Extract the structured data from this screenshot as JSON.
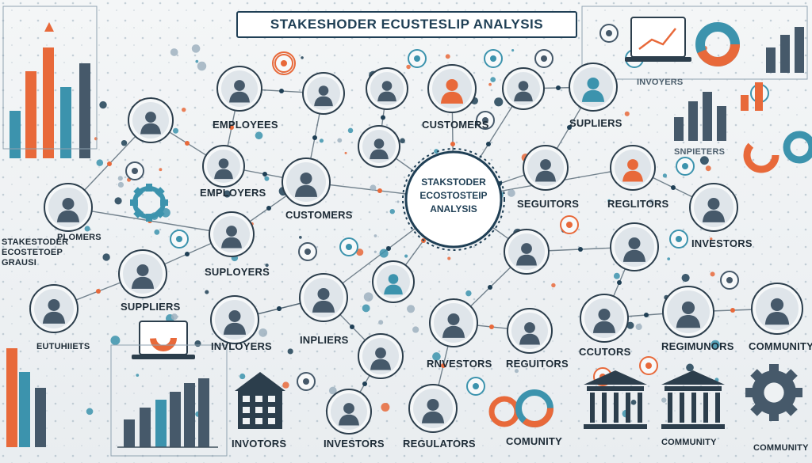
{
  "title": "STAKESHODER ECUSTESLIP ANALYSIS",
  "center": {
    "lines": [
      "STAKSTODER",
      "ECOSTOSTEIP",
      "ANALYSIS"
    ]
  },
  "labels": {
    "employees": "EMPLOYEES",
    "customers_top": "CUSTOMERS",
    "supliers_top": "SUPLIERS",
    "invoyers_top": "INVOYERS",
    "snpieters": "SNPIETERS",
    "employers": "EMPLOYERS",
    "customers_mid": "CUSTOMERS",
    "seguitors": "SEGUITORS",
    "regultors": "REGLITORS",
    "investors_right": "INVESTORS",
    "plomers": "PLOMERS",
    "left_block": [
      "STAKESTODER",
      "ECOSTETOEP",
      "GRAUSI"
    ],
    "suployers": "SUPLOYERS",
    "suppliers": "SUPPLIERS",
    "cuturiiets": "EUTUHIIETS",
    "invloyers": "INVLOYERS",
    "inpliers": "INPLIERS",
    "rnvestors": "RNVESTORS",
    "regultors_low": "REGUITORS",
    "ccutors": "CCUTORS",
    "regimunors": "REGIMUNORS",
    "community_right": "COMMUNITY",
    "invotors": "INVOTORS",
    "investors_bottom": "INVESTORS",
    "regulators_bottom": "REGULATORS",
    "comunity_bottom": "COMUNITY",
    "community_b2": "COMMUNITY",
    "community_b3": "COMMUNITY"
  },
  "colors": {
    "navy": "#1f3f55",
    "teal": "#3c93ad",
    "orange": "#e8693a",
    "slate": "#46596a",
    "light": "#eef1f3"
  },
  "icons": {
    "person": "person-icon",
    "building": "bank-building-icon",
    "gear": "gear-icon",
    "chart": "bar-chart-icon",
    "donut": "donut-chart-icon",
    "laptop": "laptop-chart-icon"
  }
}
